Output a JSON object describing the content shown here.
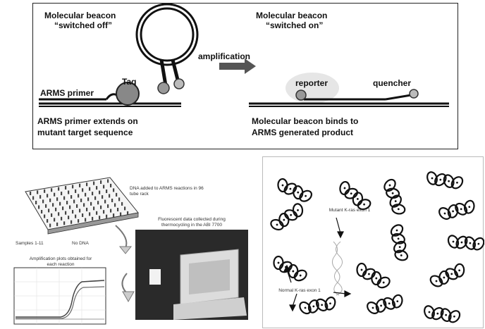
{
  "top": {
    "off_line1": "Molecular beacon",
    "off_line2": "“switched off”",
    "on_line1": "Molecular beacon",
    "on_line2": "“switched on”",
    "amplification": "amplification",
    "taq": "Taq",
    "arms_primer": "ARMS primer",
    "reporter": "reporter",
    "quencher": "quencher",
    "caption_left_1": "ARMS primer extends on",
    "caption_left_2": "mutant target sequence",
    "caption_right_1": "Molecular beacon binds to",
    "caption_right_2": "ARMS generated product"
  },
  "bottom_left": {
    "dna_added_1": "DNA added to ARMS reactions in 96",
    "dna_added_2": "tube rack",
    "fluor_1": "Fluorescent data collected during",
    "fluor_2": "thermocycling in the ABI 7700",
    "samples": "Samples 1-11",
    "no_dna": "No DNA",
    "amp_1": "Amplification plots obtained for",
    "amp_2": "each reaction"
  },
  "bottom_right": {
    "mutant_label": "Mutant K-ras exon 1",
    "normal_label": "Normal K-ras exon 1"
  },
  "colors": {
    "ink": "#111111",
    "plot_line": "#444444",
    "gray": "#888888"
  }
}
